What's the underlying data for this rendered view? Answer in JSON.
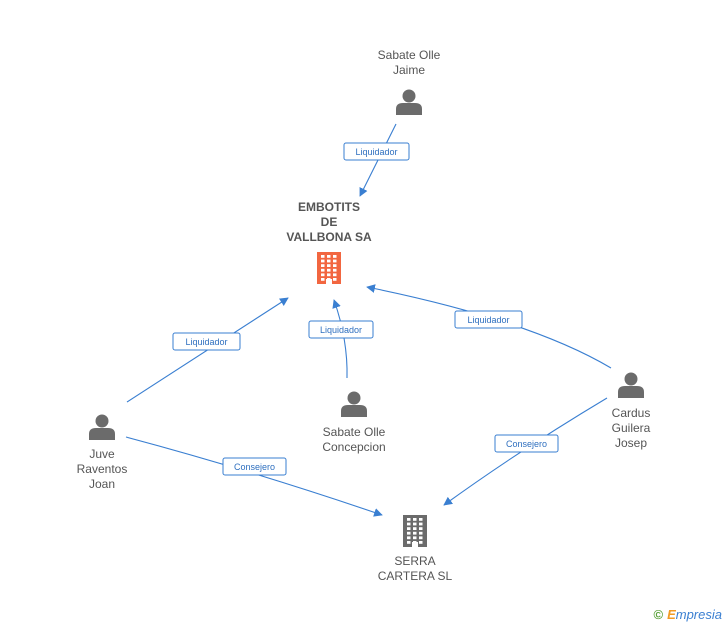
{
  "nodes": {
    "embotits": {
      "lines": [
        "EMBOTITS",
        "DE",
        "VALLBONA SA"
      ],
      "type": "company",
      "color": "#f26640",
      "main": true
    },
    "serra": {
      "lines": [
        "SERRA",
        "CARTERA SL"
      ],
      "type": "company",
      "color": "#6b6b6b"
    },
    "jaime": {
      "lines": [
        "Sabate Olle",
        "Jaime"
      ],
      "type": "person"
    },
    "concepcion": {
      "lines": [
        "Sabate Olle",
        "Concepcion"
      ],
      "type": "person"
    },
    "juve": {
      "lines": [
        "Juve",
        "Raventos",
        "Joan"
      ],
      "type": "person"
    },
    "cardus": {
      "lines": [
        "Cardus",
        "Guilera",
        "Josep"
      ],
      "type": "person"
    }
  },
  "edges": [
    {
      "from": "jaime",
      "to": "embotits",
      "label": "Liquidador"
    },
    {
      "from": "concepcion",
      "to": "embotits",
      "label": "Liquidador"
    },
    {
      "from": "juve",
      "to": "embotits",
      "label": "Liquidador"
    },
    {
      "from": "cardus",
      "to": "embotits",
      "label": "Liquidador"
    },
    {
      "from": "juve",
      "to": "serra",
      "label": "Consejero"
    },
    {
      "from": "cardus",
      "to": "serra",
      "label": "Consejero"
    }
  ],
  "footer": {
    "copyright": "©",
    "brand_first": "E",
    "brand_rest": "mpresia"
  },
  "colors": {
    "edge": "#3a7fd1",
    "person": "#6b6b6b",
    "main_company": "#f26640",
    "company": "#6b6b6b"
  }
}
